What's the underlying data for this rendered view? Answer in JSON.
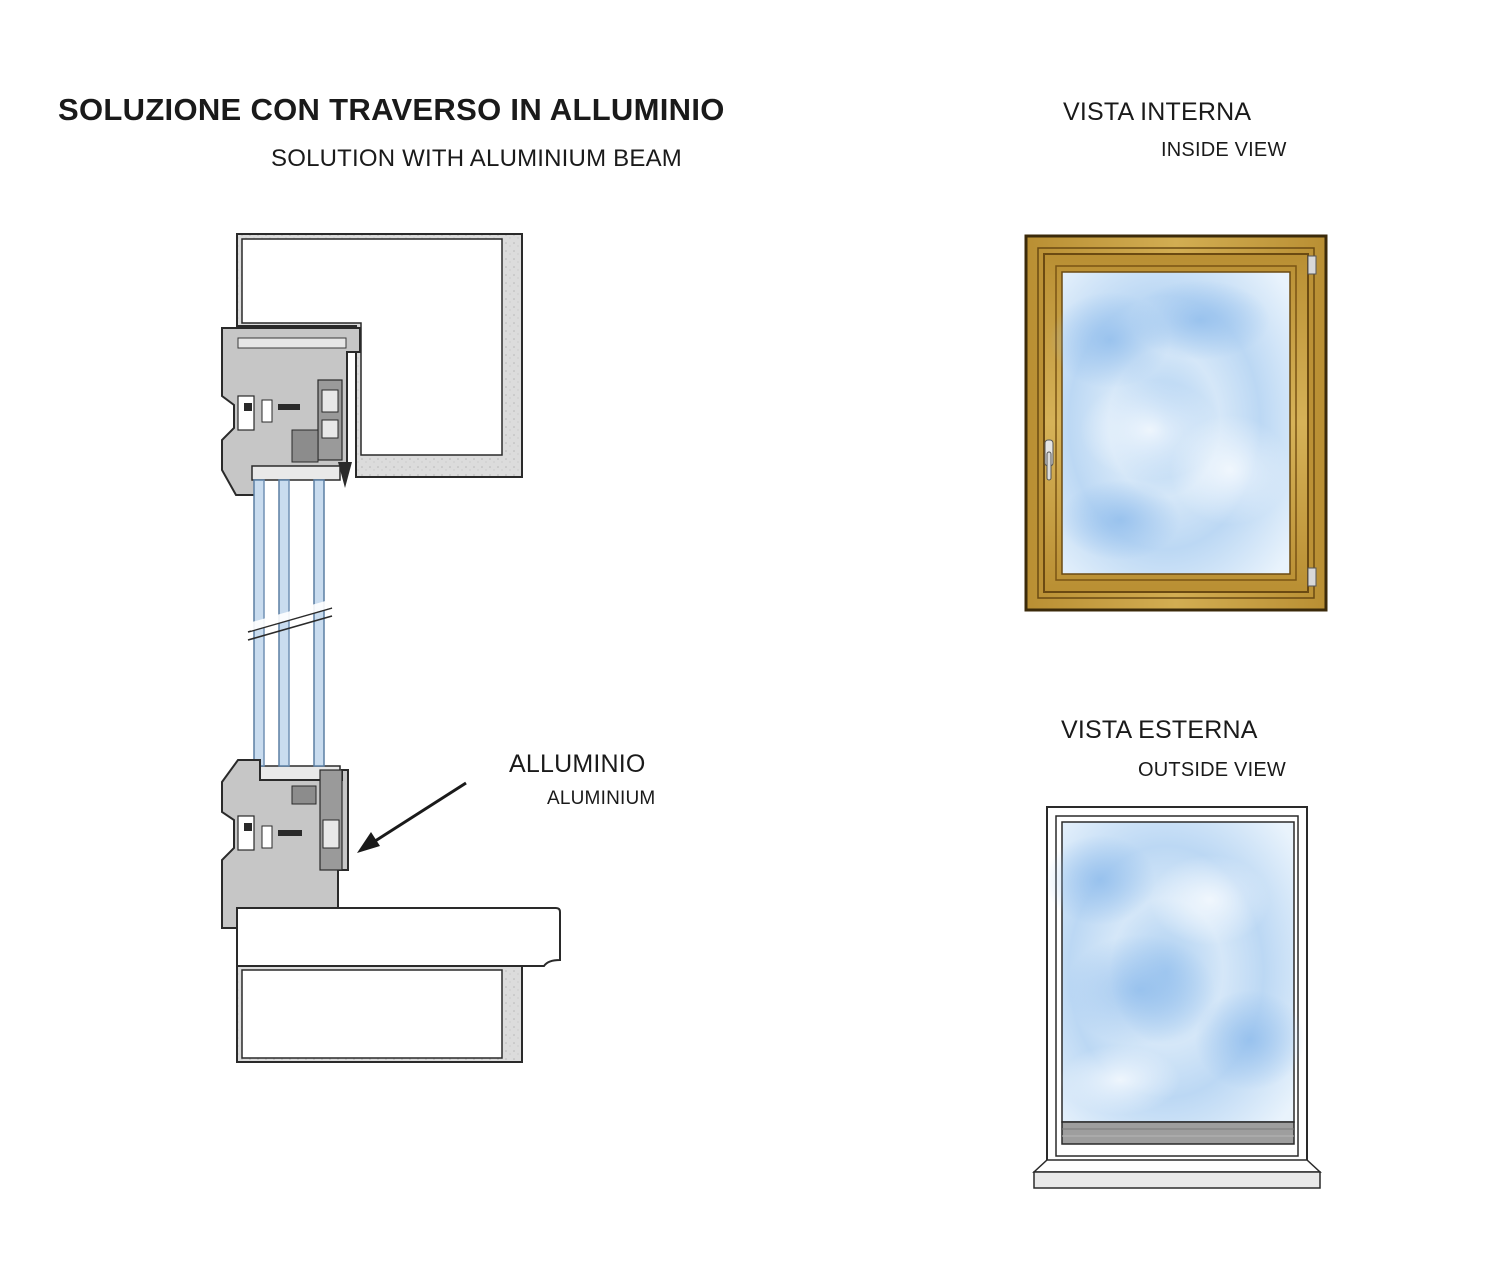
{
  "section": {
    "title": "SOLUZIONE CON TRAVERSO IN ALLUMINIO",
    "subtitle": "SOLUTION WITH ALUMINIUM BEAM"
  },
  "callout": {
    "title": "ALLUMINIO",
    "subtitle": "ALUMINIUM"
  },
  "inside_view": {
    "title": "VISTA INTERNA",
    "subtitle": "INSIDE VIEW"
  },
  "outside_view": {
    "title": "VISTA ESTERNA",
    "subtitle": "OUTSIDE VIEW"
  },
  "colors": {
    "wood_frame": "#c9a243",
    "wood_dark": "#6b4a12",
    "glass_light": "#e8f2fb",
    "glass_blue": "#9cc7f0",
    "profile_grey": "#c4c4c4",
    "concrete": "#d8d8d8",
    "outline": "#2a2a2a"
  },
  "icons": {
    "arrow": "arrow-icon",
    "handle": "window-handle-icon",
    "hinge": "hinge-icon"
  }
}
